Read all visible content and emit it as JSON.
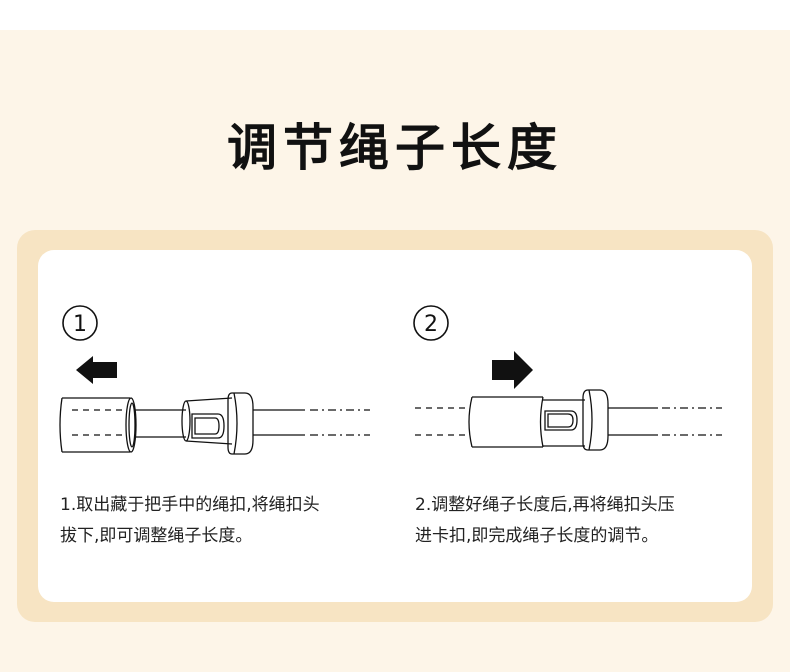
{
  "title": "调节绳子长度",
  "steps": [
    {
      "number": "①",
      "direction": "left",
      "lines": [
        "1.取出藏于把手中的绳扣,将绳扣头",
        "拔下,即可调整绳子长度。"
      ]
    },
    {
      "number": "②",
      "direction": "right",
      "lines": [
        "2.调整好绳子长度后,再将绳扣头压",
        "进卡扣,即完成绳子长度的调节。"
      ]
    }
  ],
  "colors": {
    "background": "#fdf5e8",
    "frame": "#f7e4c3",
    "card": "#ffffff",
    "ink": "#111111"
  }
}
